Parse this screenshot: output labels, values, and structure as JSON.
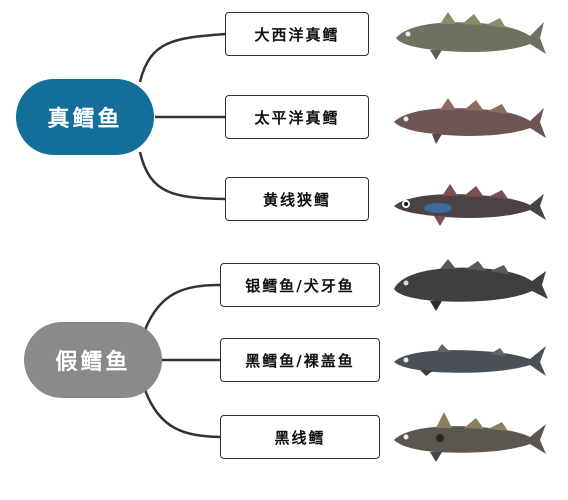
{
  "groups": [
    {
      "title": "真鳕鱼",
      "color": "#136e99",
      "species": [
        {
          "label": "大西洋真鳕",
          "fish_icon": "atlantic-cod-icon",
          "body_color": "#6f7260"
        },
        {
          "label": "太平洋真鳕",
          "fish_icon": "pacific-cod-icon",
          "body_color": "#6d5554"
        },
        {
          "label": "黄线狭鳕",
          "fish_icon": "alaska-pollock-icon",
          "body_color": "#4c4244"
        }
      ]
    },
    {
      "title": "假鳕鱼",
      "color": "#8a8a8a",
      "species": [
        {
          "label": "银鳕鱼/犬牙鱼",
          "fish_icon": "toothfish-icon",
          "body_color": "#3f3f3d"
        },
        {
          "label": "黑鳕鱼/裸盖鱼",
          "fish_icon": "sablefish-icon",
          "body_color": "#4a5055"
        },
        {
          "label": "黑线鳕",
          "fish_icon": "haddock-icon",
          "body_color": "#5b5750"
        }
      ]
    }
  ]
}
